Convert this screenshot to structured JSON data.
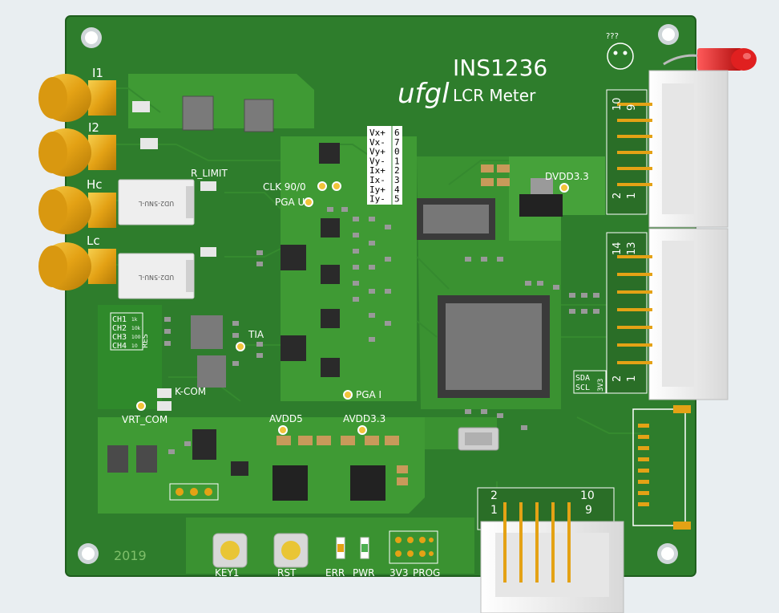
{
  "colors": {
    "board": "#2e7d2c",
    "board_dark": "#256b24",
    "copper_pour": "#3f9a34",
    "copper_pour_light": "#4aa83d",
    "gold": "#e4a215",
    "gold_light": "#f2c43a",
    "ic": "#2a2a2a",
    "ic_gray": "#7a7a7a",
    "connector": "#f2f2f2",
    "silk": "#ffffff",
    "led_red": "#d11a1a"
  },
  "board": {
    "logo": "ufgl",
    "product": "INS1236",
    "product_subtitle": "LCR Meter",
    "year": "2019"
  },
  "sma_labels": [
    "I1",
    "I2",
    "Hc",
    "Lc"
  ],
  "relay_text": "UD2-5NU-L",
  "labels": {
    "r_limit": "R_LIMIT",
    "clk": "CLK 90/0",
    "pga_u": "PGA U",
    "pga_i": "PGA I",
    "tia": "TIA",
    "k_com": "K-COM",
    "vrt_com": "VRT_COM",
    "avdd5": "AVDD5",
    "avdd33": "AVDD3.3",
    "dvdd33": "DVDD3.3",
    "key1": "KEY1",
    "rst": "RST",
    "err": "ERR",
    "pwr": "PWR",
    "v3v3": "3V3",
    "prog": "PROG",
    "sda": "SDA",
    "scl": "SCL",
    "side_3v3": "3V3",
    "res": "RES"
  },
  "ch_labels": [
    "CH1",
    "CH2",
    "CH3",
    "CH4"
  ],
  "ch_small": [
    "1k",
    "10k",
    "100",
    "10"
  ],
  "mux_table": [
    {
      "name": "Vx+",
      "num": "6"
    },
    {
      "name": "Vx-",
      "num": "7"
    },
    {
      "name": "Vy+",
      "num": "0"
    },
    {
      "name": "Vy-",
      "num": "1"
    },
    {
      "name": "Ix+",
      "num": "2"
    },
    {
      "name": "Ix-",
      "num": "3"
    },
    {
      "name": "Iy+",
      "num": "4"
    },
    {
      "name": "Iy-",
      "num": "5"
    }
  ],
  "header_top": {
    "pin_first": "2",
    "pin_first_b": "1",
    "pin_last": "10",
    "pin_last_b": "9"
  },
  "header_mid": {
    "pin_first": "2",
    "pin_first_b": "1",
    "pin_last": "14",
    "pin_last_b": "13"
  },
  "header_bottom": {
    "pin_first": "2",
    "pin_first_b": "1",
    "pin_last": "10",
    "pin_last_b": "9"
  },
  "mascot_text": "???"
}
